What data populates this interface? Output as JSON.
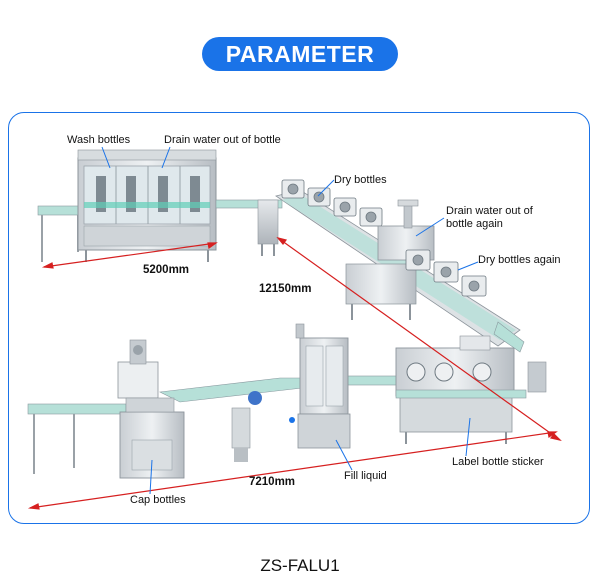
{
  "header": {
    "title": "PARAMETER"
  },
  "labels": {
    "wash_bottles": "Wash bottles",
    "drain_water": "Drain water out of bottle",
    "dry_bottles": "Dry bottles",
    "drain_again": "Drain water out of bottle again",
    "dry_again": "Dry bottles again",
    "cap_bottles": "Cap bottles",
    "fill_liquid": "Fill liquid",
    "label_sticker": "Label bottle sticker"
  },
  "dimensions": {
    "d1": "5200mm",
    "d2": "12150mm",
    "d3": "7210mm"
  },
  "footer": {
    "model": "ZS-FALU1"
  },
  "colors": {
    "accent": "#1a73e8",
    "dimension_line": "#d62020",
    "callout": "#1a73e8"
  }
}
